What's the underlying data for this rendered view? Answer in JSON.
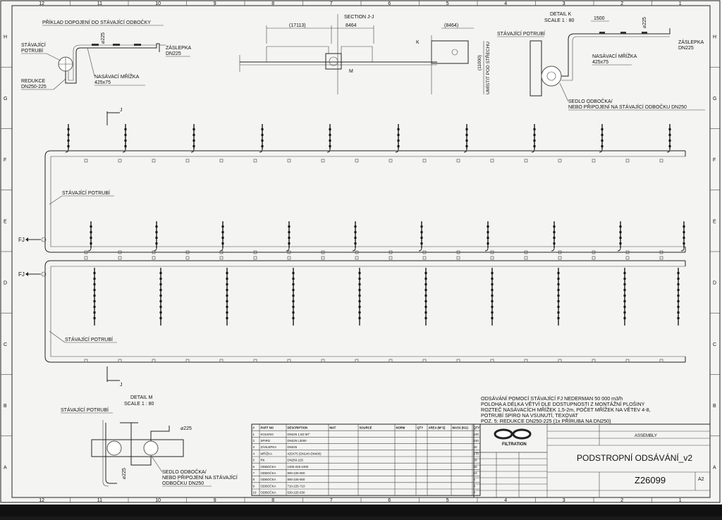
{
  "border": {
    "columns": [
      "12",
      "11",
      "10",
      "9",
      "8",
      "7",
      "6",
      "5",
      "4",
      "3",
      "2",
      "1"
    ],
    "rows": [
      "H",
      "G",
      "F",
      "E",
      "D",
      "C",
      "B",
      "A"
    ]
  },
  "detail_example": {
    "title": "PŘÍKLAD DOPOJENÍ DO STÁVAJÍCÍ ODBOČKY",
    "existing_pipe_line1": "STÁVAJÍCÍ",
    "existing_pipe_line2": "POTRUBÍ",
    "reducer_line1": "REDUKCE",
    "reducer_line2": "DN250-225",
    "diameter": "⌀225",
    "grille_line1": "NASÁVACÍ MŘÍŽKA",
    "grille_line2": "425x75",
    "cap_line1": "ZÁSLEPKA",
    "cap_line2": "DN225"
  },
  "section_jj": {
    "title": "SECTION J-J",
    "dim1": "(17113)",
    "dim2": "8464",
    "dim3": "(8464)",
    "label_m": "M",
    "label_k": "K",
    "vertical_dim": "(11000)",
    "vertical_text": "UMÍSTIT POD STŘECHU"
  },
  "detail_k": {
    "title": "DETAIL K",
    "scale": "SCALE 1 : 80",
    "dim": "1500",
    "diameter": "⌀225",
    "existing_pipe": "STÁVAJÍCÍ POTRUBÍ",
    "grille_line1": "NASÁVACÍ MŘÍŽKA",
    "grille_line2": "425x75",
    "cap_line1": "ZÁSLEPKA",
    "cap_line2": "DN225",
    "saddle_line1": "SEDLO ODBOČKA/",
    "saddle_line2": "NEBO PŘIPOJENÍ NA STÁVAJÍCÍ ODBOČKU DN250"
  },
  "plan": {
    "section_mark": "J",
    "existing_pipe": "STÁVAJÍCÍ POTRUBÍ",
    "fj_label": "FJ"
  },
  "detail_m": {
    "title": "DETAIL M",
    "scale": "SCALE 1 : 80",
    "existing_pipe": "STÁVAJÍCÍ POTRUBÍ",
    "diameter": "⌀225",
    "saddle_line1": "SEDLO ODBOČKA/",
    "saddle_line2": "NEBO PŘIPOJENÍ NA STÁVAJÍCÍ",
    "saddle_line3": "ODBOČKU DN250"
  },
  "notes": [
    "ODSÁVÁNÍ POMOCÍ STÁVAJÍCÍ FJ NEDERMAN 50 000 m3/h",
    "POLOHA A DÉLKA VĚTVÍ DLE DOSTUPNOSTI Z MONTÁŽNÍ PLOŠINY",
    "ROZTEČ NASÁVACÍCH MŘÍŽEK 1,5-2m, POČET MŘÍŽEK NA VĚTEV 4-8,",
    "POTRUBÍ SPIRO NA VSUNUTÍ, TEXOVAT",
    "POZ. 5: REDUKCE DN250-225 (1x PŘÍRUBA NA DN250)"
  ],
  "bom": {
    "headers": [
      "#",
      "PART NO",
      "DESCRIPTION",
      "MAT",
      "SOURCE",
      "NORM",
      "QTY",
      "AREA (M^2)",
      "MASS (KG)",
      "QTY"
    ],
    "rows": [
      [
        "1",
        "KOLENO",
        "DN225 1,5D 90°",
        "",
        "",
        "",
        "",
        "",
        "",
        "100"
      ],
      [
        "2",
        "SPIRO",
        "DN225 L3000",
        "",
        "",
        "",
        "",
        "",
        "",
        "150"
      ],
      [
        "3",
        "ZÁSLEPKA",
        "DN225",
        "",
        "",
        "",
        "",
        "",
        "",
        "50"
      ],
      [
        "4",
        "MŘÍŽKA",
        "425X75 (DN140-DN400)",
        "",
        "",
        "",
        "",
        "",
        "",
        "170"
      ],
      [
        "5",
        "RK",
        "DN250-225",
        "",
        "",
        "",
        "",
        "",
        "",
        "50"
      ],
      [
        "6",
        "ODBOČKA",
        "1000-225-1000",
        "",
        "",
        "",
        "",
        "",
        "",
        "30"
      ],
      [
        "7",
        "ODBOČKA",
        "900-225-900",
        "",
        "",
        "",
        "",
        "",
        "",
        "10"
      ],
      [
        "8",
        "ODBOČKA",
        "800-225-800",
        "",
        "",
        "",
        "",
        "",
        "",
        "6"
      ],
      [
        "9",
        "ODBOČKA",
        "710-225-710",
        "",
        "",
        "",
        "",
        "",
        "",
        "4"
      ],
      [
        "10",
        "ODBOČKA",
        "630-225-630",
        "",
        "",
        "",
        "",
        "",
        "",
        "4"
      ]
    ]
  },
  "title_block": {
    "company": "FILTRATION",
    "graphic_product_name": "ASSEMBLY",
    "title": "PODSTROPNÍ ODSÁVÁNÍ_v2",
    "drawing_no": "Z26099",
    "size": "A2"
  }
}
